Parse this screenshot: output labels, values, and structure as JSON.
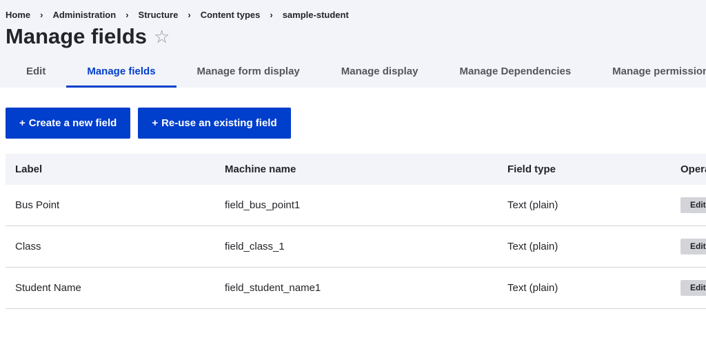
{
  "breadcrumb": [
    "Home",
    "Administration",
    "Structure",
    "Content types",
    "sample-student"
  ],
  "breadcrumb_separator": "›",
  "page_title": "Manage fields",
  "icons": {
    "favorite": "star-outline-icon",
    "add": "plus-icon"
  },
  "tabs": [
    {
      "label": "Edit",
      "active": false
    },
    {
      "label": "Manage fields",
      "active": true
    },
    {
      "label": "Manage form display",
      "active": false
    },
    {
      "label": "Manage display",
      "active": false
    },
    {
      "label": "Manage Dependencies",
      "active": false
    },
    {
      "label": "Manage permissions",
      "active": false
    }
  ],
  "actions": {
    "plus": "+",
    "create_label": "Create a new field",
    "reuse_label": "Re-use an existing field"
  },
  "table": {
    "headers": [
      "Label",
      "Machine name",
      "Field type",
      "Operations"
    ],
    "rows": [
      {
        "label": "Bus Point",
        "machine_name": "field_bus_point1",
        "field_type": "Text (plain)",
        "operation": "Edit"
      },
      {
        "label": "Class",
        "machine_name": "field_class_1",
        "field_type": "Text (plain)",
        "operation": "Edit"
      },
      {
        "label": "Student Name",
        "machine_name": "field_student_name1",
        "field_type": "Text (plain)",
        "operation": "Edit"
      }
    ]
  },
  "colors": {
    "accent": "#003ecc",
    "header_bg": "#f3f4f9",
    "text": "#232429"
  }
}
